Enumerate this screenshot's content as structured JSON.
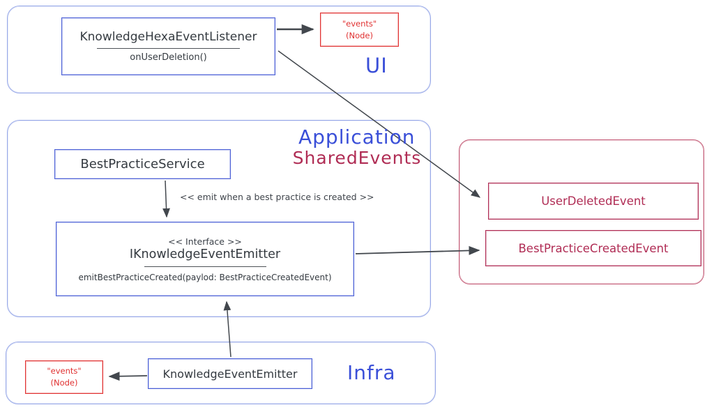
{
  "ui": {
    "label": "UI",
    "listener": {
      "title": "KnowledgeHexaEventListener",
      "method": "onUserDeletion()"
    },
    "events_node": {
      "line1": "\"events\"",
      "line2": "(Node)"
    }
  },
  "application": {
    "label": "Application",
    "service": {
      "title": "BestPracticeService"
    },
    "interface": {
      "stereotype": "<< Interface >>",
      "title": "IKnowledgeEventEmitter",
      "method": "emitBestPracticeCreated(paylod: BestPracticeCreatedEvent)"
    }
  },
  "shared_events": {
    "label": "SharedEvents",
    "items": [
      "UserDeletedEvent",
      "BestPracticeCreatedEvent"
    ]
  },
  "infra": {
    "label": "Infra",
    "emitter": {
      "title": "KnowledgeEventEmitter"
    },
    "events_node": {
      "line1": "\"events\"",
      "line2": "(Node)"
    }
  },
  "edges": [
    {
      "from": "KnowledgeHexaEventListener",
      "to": "events (Node) in UI",
      "label": ""
    },
    {
      "from": "KnowledgeHexaEventListener",
      "to": "UserDeletedEvent",
      "label": ""
    },
    {
      "from": "BestPracticeService",
      "to": "IKnowledgeEventEmitter",
      "label": "<< emit when a best practice is created >>"
    },
    {
      "from": "IKnowledgeEventEmitter",
      "to": "BestPracticeCreatedEvent",
      "label": ""
    },
    {
      "from": "KnowledgeEventEmitter",
      "to": "IKnowledgeEventEmitter",
      "label": ""
    },
    {
      "from": "KnowledgeEventEmitter",
      "to": "events (Node) in Infra",
      "label": ""
    }
  ],
  "colors": {
    "blue_shape": "#4a5fd6",
    "blue_container": "#97a8e8",
    "blue_label": "#3a4fd8",
    "red_shape": "#e03131",
    "crimson": "#b02d55",
    "ink": "#343a40",
    "arrow": "#42474d"
  }
}
